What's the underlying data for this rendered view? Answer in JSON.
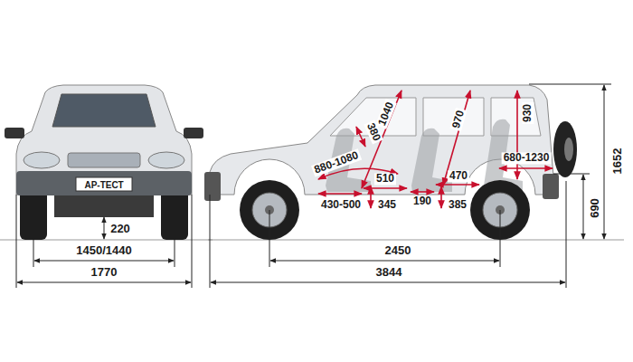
{
  "diagram": {
    "labels": [
      "1040",
      "970",
      "930",
      "1652",
      "380",
      "880-1080",
      "680-1230",
      "510",
      "190",
      "470",
      "АР-ТЕСТ",
      "690",
      "220",
      "430-500",
      "345",
      "385",
      "1450/1440",
      "2450",
      "1770",
      "3844"
    ]
  }
}
